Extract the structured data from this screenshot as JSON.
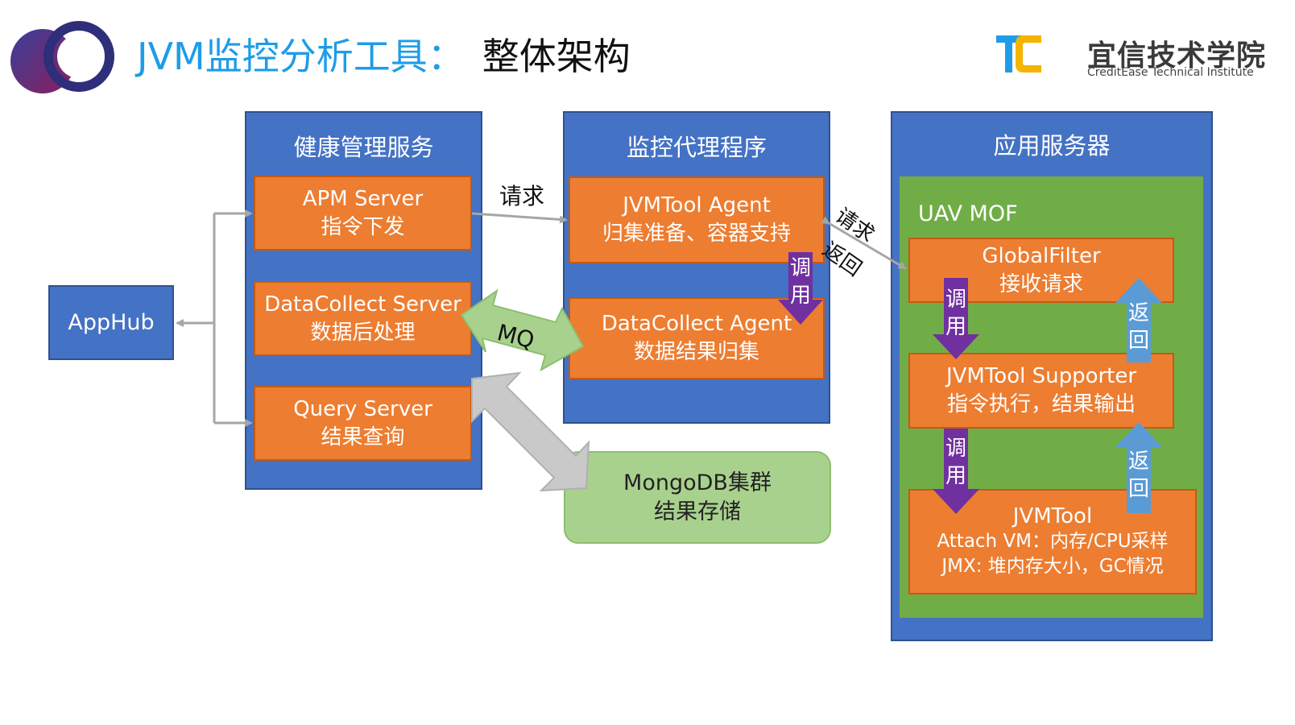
{
  "header": {
    "title_main": "JVM监控分析工具：",
    "title_sub": "整体架构",
    "brand_cn": "宜信技术学院",
    "brand_en": "CreditEase Technical Institute"
  },
  "colors": {
    "panel_blue": "#4472c4",
    "box_orange": "#ed7d31",
    "green_area": "#70ad47",
    "light_green": "#a9d18e",
    "purple_arrow": "#7030a0",
    "blue_arrow": "#5b9bd5",
    "title_blue": "#1e9ce8"
  },
  "diagram": {
    "apphub": "AppHub",
    "health": {
      "title": "健康管理服务",
      "apm": {
        "line1": "APM Server",
        "line2": "指令下发"
      },
      "dc_server": {
        "line1": "DataCollect Server",
        "line2": "数据后处理"
      },
      "query": {
        "line1": "Query Server",
        "line2": "结果查询"
      }
    },
    "agent": {
      "title": "监控代理程序",
      "jvmtool_agent": {
        "line1": "JVMTool Agent",
        "line2": "归集准备、容器支持"
      },
      "dc_agent": {
        "line1": "DataCollect Agent",
        "line2": "数据结果归集"
      }
    },
    "mongo": {
      "line1": "MongoDB集群",
      "line2": "结果存储"
    },
    "app_server": {
      "title": "应用服务器",
      "uav": "UAV MOF",
      "global_filter": {
        "line1": "GlobalFilter",
        "line2": "接收请求"
      },
      "supporter": {
        "line1": "JVMTool Supporter",
        "line2": "指令执行，结果输出"
      },
      "jvmtool": {
        "line1": "JVMTool",
        "line2": "Attach VM：内存/CPU采样",
        "line3": "JMX: 堆内存大小，GC情况"
      }
    },
    "labels": {
      "request": "请求",
      "mq": "MQ",
      "request2": "请求",
      "return2": "返回",
      "call": "调用",
      "return": "返回"
    }
  }
}
